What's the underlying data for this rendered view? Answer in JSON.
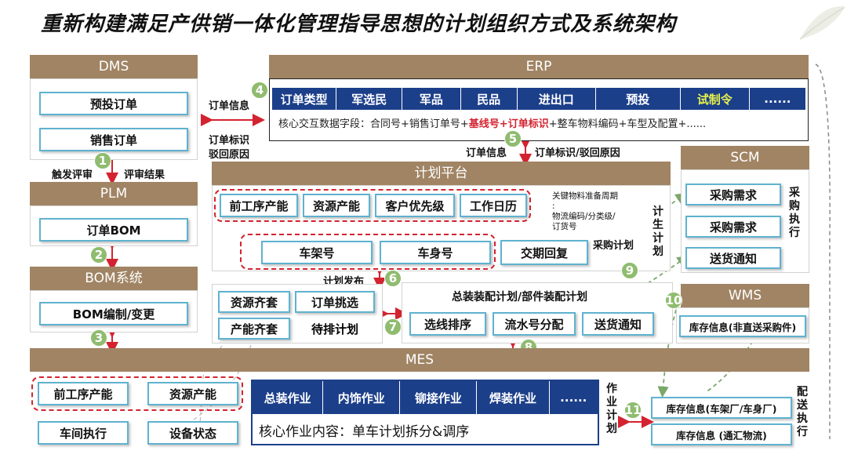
{
  "title": "重新构建满足产供销一体化管理指导思想的计划组织方式及系统架构",
  "dms": {
    "header": "DMS",
    "items": [
      "预投订单",
      "销售订单"
    ]
  },
  "plm": {
    "header": "PLM",
    "items": [
      "订单BOM"
    ]
  },
  "bom": {
    "header": "BOM系统",
    "items": [
      "BOM编制/变更"
    ]
  },
  "erp": {
    "header": "ERP",
    "cells": [
      "订单类型",
      "军选民",
      "军品",
      "民品",
      "进出口",
      "预投",
      "试制令",
      "......"
    ],
    "core_prefix": "核心交互数据字段：合同号+销售订单号+",
    "core_red": "基线号+订单标识",
    "core_suffix": "+整车物料编码+车型及配置+......"
  },
  "plan": {
    "header": "计划平台",
    "row1": [
      "前工序产能",
      "资源产能",
      "客户优先级",
      "工作日历"
    ],
    "row2": [
      "车架号",
      "车身号",
      "交期回复"
    ],
    "note_title": "关键物料准备周期",
    "note_colon": ":",
    "note_line1": "物流编码/分类级/",
    "note_line2": "订货号",
    "purchase_plan": "采购计划",
    "left_group": [
      "资源齐套",
      "订单挑选",
      "产能齐套",
      "待排计划"
    ],
    "assembly_title": "总装装配计划/部件装配计划",
    "assembly_items": [
      "选线排序",
      "流水号分配",
      "送货通知"
    ]
  },
  "scm": {
    "header": "SCM",
    "items": [
      "采购需求",
      "采购需求",
      "送货通知"
    ],
    "side": "采购执行"
  },
  "wms": {
    "header": "WMS",
    "items": [
      "库存信息(非直送采购件)"
    ]
  },
  "mes": {
    "header": "MES",
    "left_row1": [
      "前工序产能",
      "资源产能"
    ],
    "left_row2": [
      "车间执行",
      "设备状态"
    ],
    "cells": [
      "总装作业",
      "内饰作业",
      "铆接作业",
      "焊装作业",
      "......"
    ],
    "core": "核心作业内容：单车计划拆分&调序",
    "side": "作业计划"
  },
  "logistics": {
    "items": [
      "库存信息(车架厂/车身厂)",
      "库存信息  (通汇物流)"
    ],
    "side": "配送执行"
  },
  "labels": {
    "trigger_review": "触发评审",
    "review_result": "评审结果",
    "order_info_1": "订单信息",
    "order_flag_1": "订单标识",
    "reject_reason_1": "驳回原因",
    "order_info_2": "订单信息",
    "order_flag_reject_2": "订单标识/驳回原因",
    "plan_release": "计划发布",
    "gen_plan": "计生计划"
  },
  "steps": [
    "1",
    "2",
    "3",
    "4",
    "5",
    "6",
    "7",
    "8",
    "9",
    "10",
    "11"
  ]
}
